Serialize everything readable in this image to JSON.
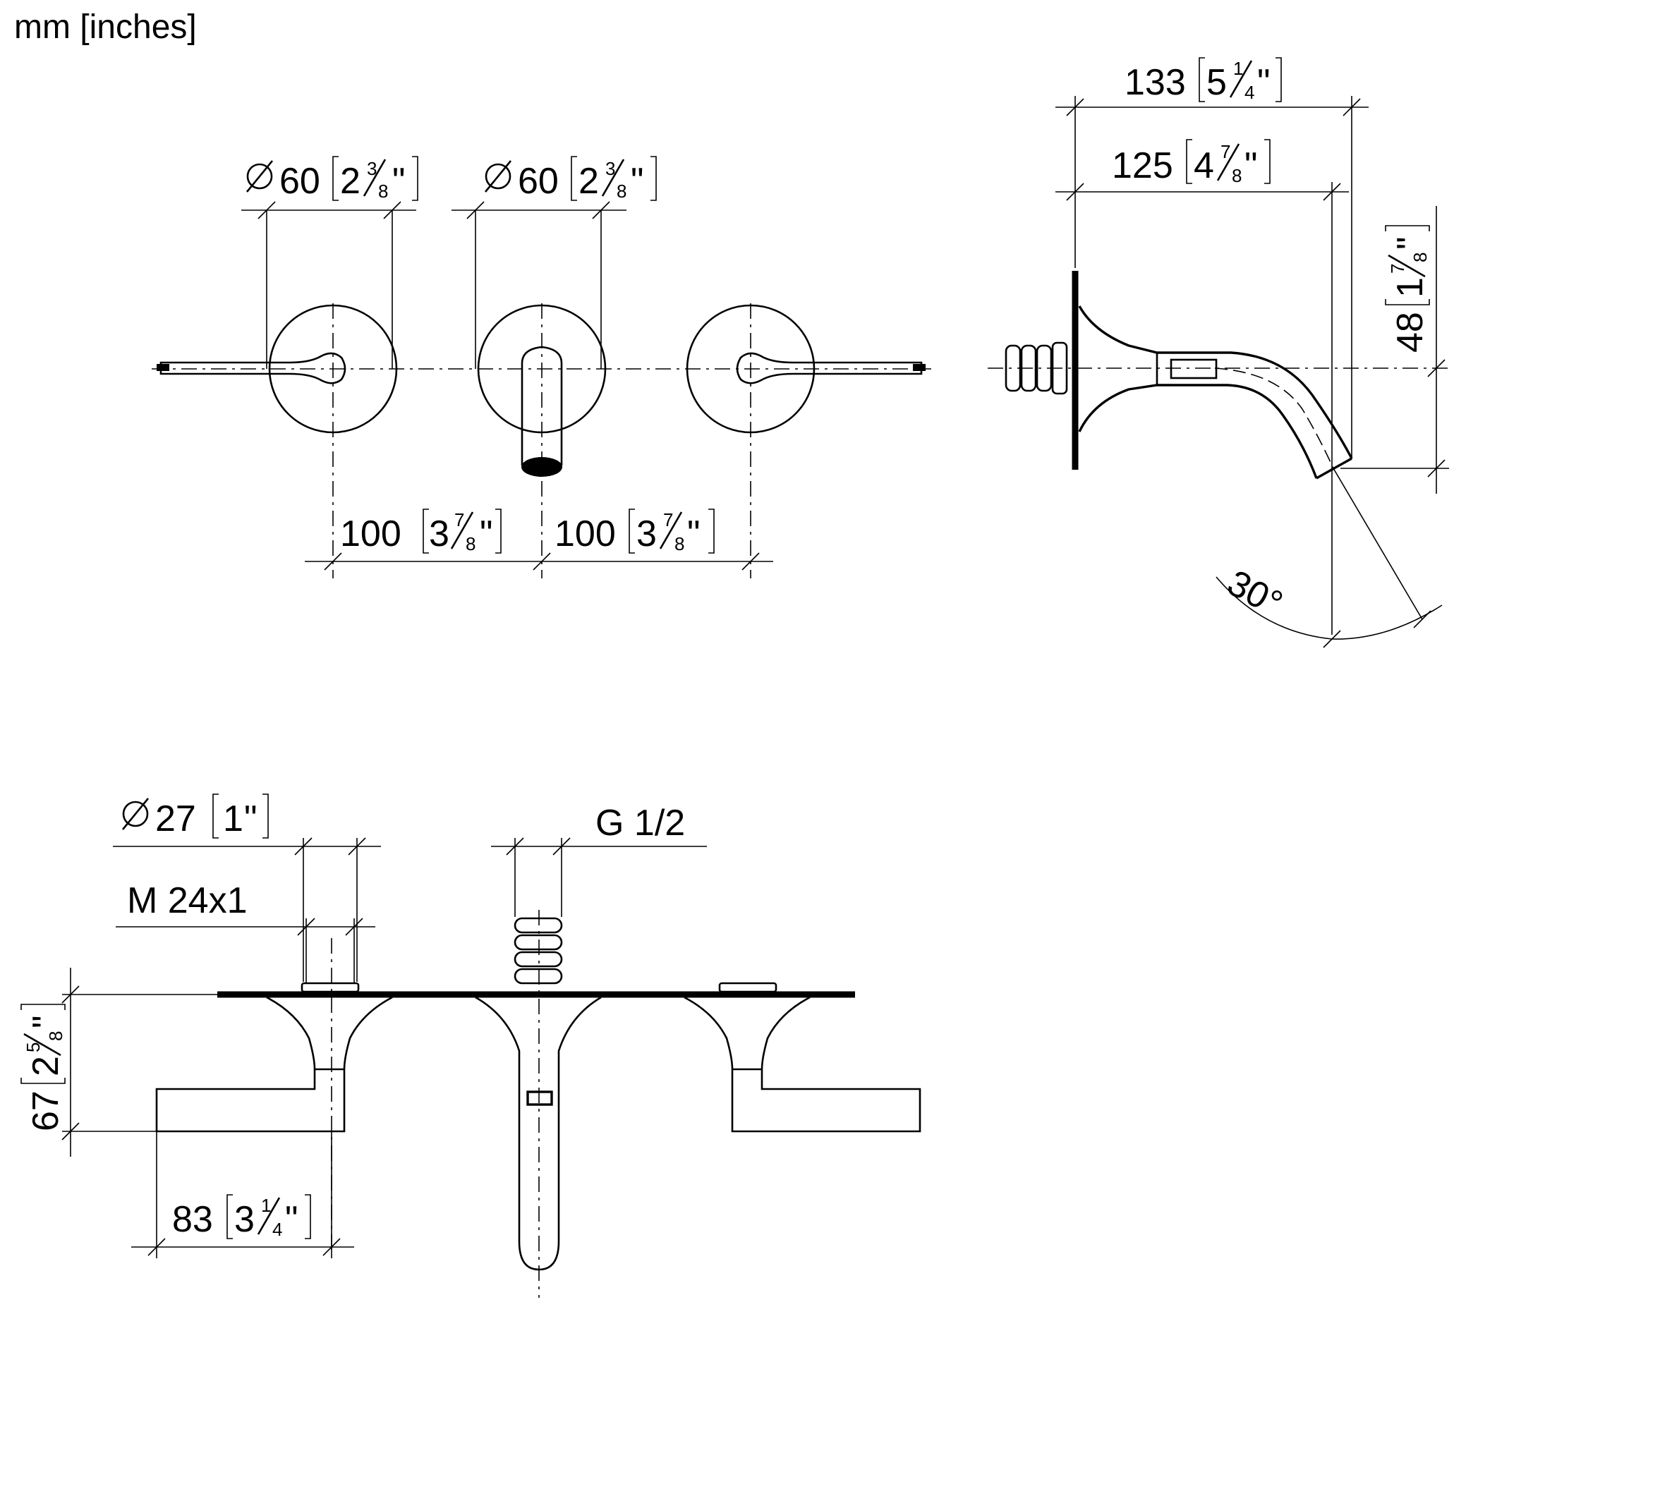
{
  "units_label": "mm [inches]",
  "front_view": {
    "diameter_left": {
      "mm": "60",
      "in_whole": "2",
      "in_num": "3",
      "in_den": "8"
    },
    "diameter_mid": {
      "mm": "60",
      "in_whole": "2",
      "in_num": "3",
      "in_den": "8"
    },
    "spacing_left": {
      "mm": "100",
      "in_whole": "3",
      "in_num": "7",
      "in_den": "8"
    },
    "spacing_right": {
      "mm": "100",
      "in_whole": "3",
      "in_num": "7",
      "in_den": "8"
    }
  },
  "side_view": {
    "overall_length": {
      "mm": "133",
      "in_whole": "5",
      "in_num": "1",
      "in_den": "4"
    },
    "spout_length": {
      "mm": "125",
      "in_whole": "4",
      "in_num": "7",
      "in_den": "8"
    },
    "spout_height": {
      "mm": "48",
      "in_whole": "1",
      "in_num": "7",
      "in_den": "8"
    },
    "angle": "30°"
  },
  "top_view": {
    "diameter": {
      "mm": "27",
      "in": "1"
    },
    "thread_left": "M 24x1",
    "thread_mid": "G 1/2",
    "projection": {
      "mm": "67",
      "in_whole": "2",
      "in_num": "5",
      "in_den": "8"
    },
    "lever_length": {
      "mm": "83",
      "in_whole": "3",
      "in_num": "1",
      "in_den": "4"
    }
  },
  "inch_mark": "\""
}
